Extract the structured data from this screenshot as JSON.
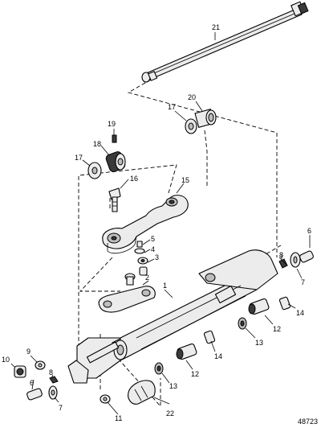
{
  "figure_number": "48723",
  "callouts": {
    "c1": "1",
    "c2": "2",
    "c3": "3",
    "c4": "4",
    "c5": "5",
    "c6_right": "6",
    "c6_left": "6",
    "c7_right": "7",
    "c7_left": "7",
    "c8_right": "8",
    "c8_left": "8",
    "c9": "9",
    "c10": "10",
    "c11": "11",
    "c12_right": "12",
    "c12_left": "12",
    "c13_right": "13",
    "c13_left": "13",
    "c14_right": "14",
    "c14_left": "14",
    "c15": "15",
    "c16": "16",
    "c17_left": "17",
    "c17_right": "17",
    "c18": "18",
    "c19": "19",
    "c20": "20",
    "c21": "21",
    "c22": "22"
  }
}
